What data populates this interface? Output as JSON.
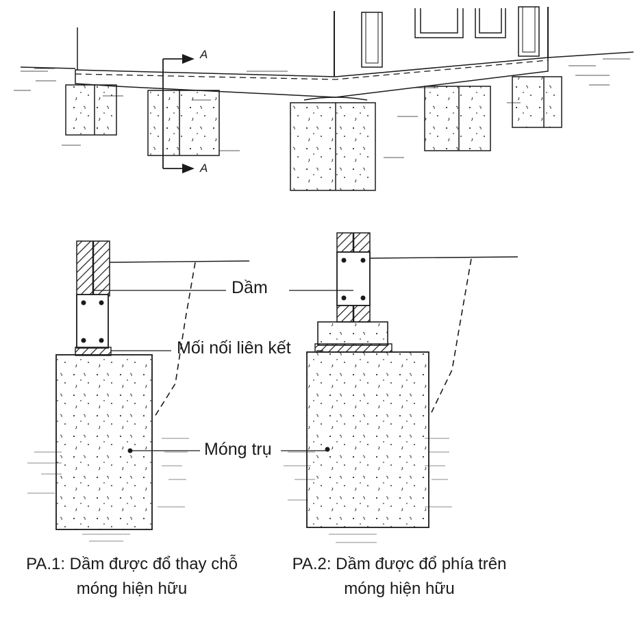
{
  "section_marks": {
    "top": "A",
    "bottom": "A"
  },
  "labels": {
    "beam": "Dầm",
    "joint": "Mối nối liên kết",
    "pier_footing": "Móng trụ"
  },
  "captions": {
    "option1": {
      "line1": "PA.1: Dầm được đổ thay chỗ",
      "line2": "móng hiện hữu"
    },
    "option2": {
      "line1": "PA.2: Dầm được đổ phía trên",
      "line2": "móng hiện hữu"
    }
  },
  "colors": {
    "ink": "#1a1a1a",
    "background": "#ffffff"
  }
}
